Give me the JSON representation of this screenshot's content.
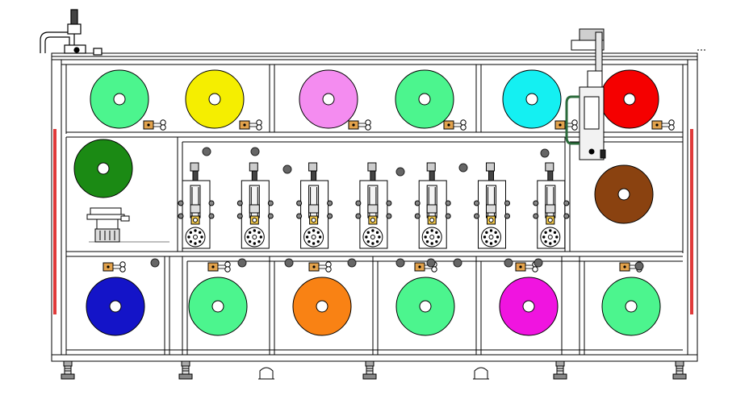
{
  "machine": {
    "reels": [
      {
        "name": "reel-top-1",
        "color": "#4cf58e"
      },
      {
        "name": "reel-top-2",
        "color": "#f5ee00"
      },
      {
        "name": "reel-top-3",
        "color": "#f48cf0"
      },
      {
        "name": "reel-top-4",
        "color": "#4cf58e"
      },
      {
        "name": "reel-top-5",
        "color": "#14f0f2"
      },
      {
        "name": "reel-top-6",
        "color": "#f50000"
      },
      {
        "name": "reel-mid-left",
        "color": "#1b8a14"
      },
      {
        "name": "reel-mid-right",
        "color": "#8a4210"
      },
      {
        "name": "reel-bottom-1",
        "color": "#1414c8"
      },
      {
        "name": "reel-bottom-2",
        "color": "#4cf58e"
      },
      {
        "name": "reel-bottom-3",
        "color": "#f98214"
      },
      {
        "name": "reel-bottom-4",
        "color": "#4cf58e"
      },
      {
        "name": "reel-bottom-5",
        "color": "#f014e0"
      },
      {
        "name": "reel-bottom-6",
        "color": "#4cf58e"
      }
    ],
    "station_count": 7,
    "colors": {
      "frame": "#000000",
      "background": "#ffffff",
      "side_light": "#e03a3a",
      "bracket": "#e2a24c",
      "gray": "#b8b8b8",
      "dark_gray": "#555555"
    }
  }
}
